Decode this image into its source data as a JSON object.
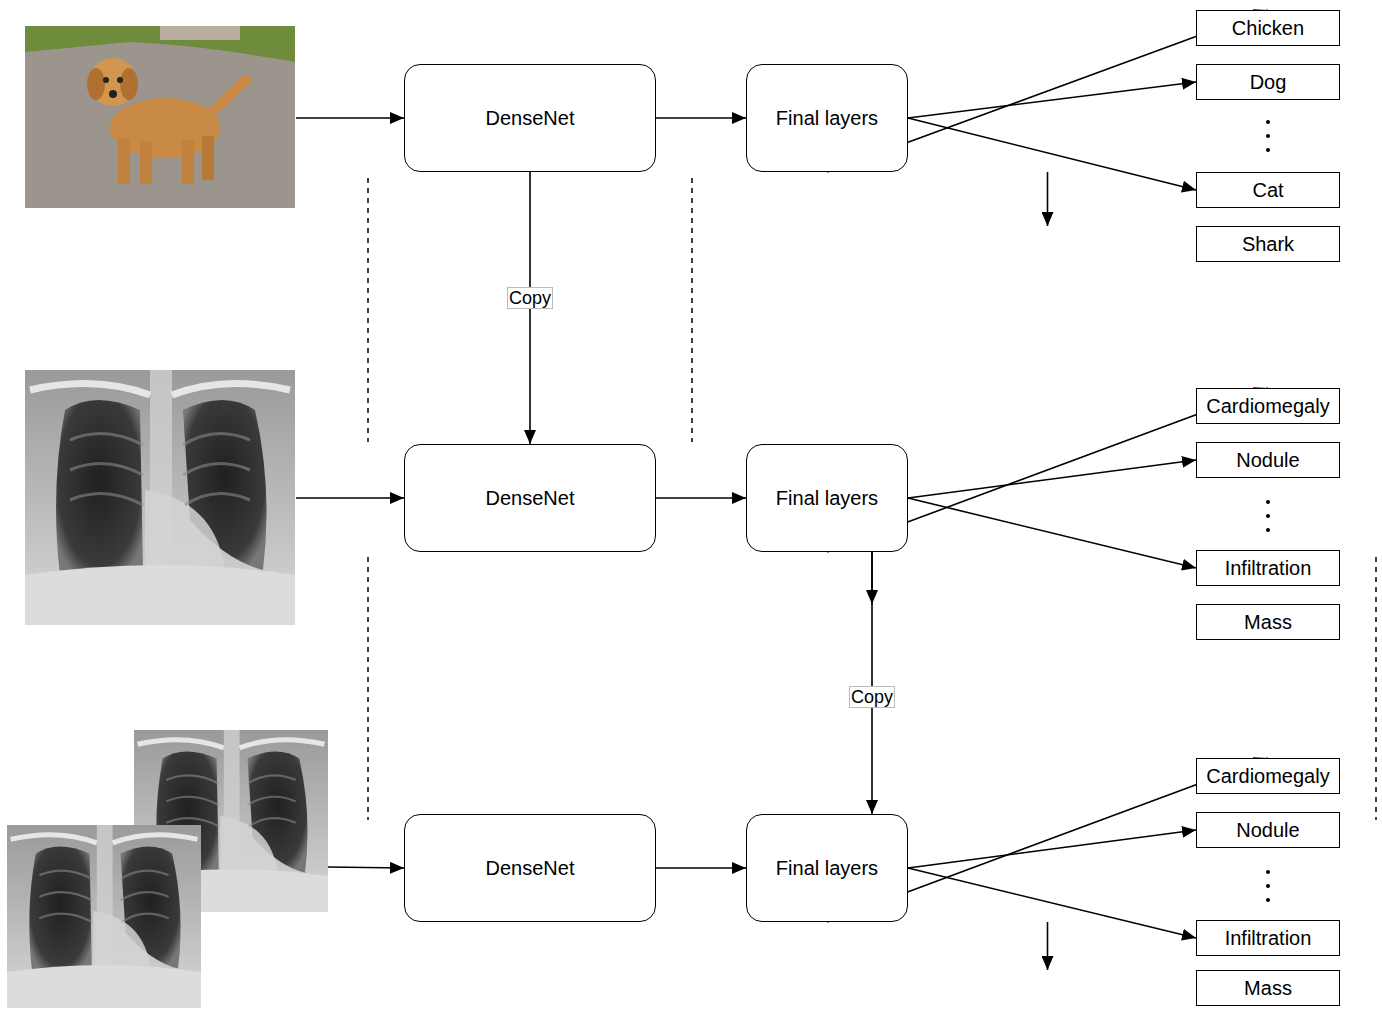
{
  "diagram": {
    "nodes": [
      {
        "text": [
          "DenseNet"
        ]
      },
      {
        "text": [
          "Final layers"
        ]
      },
      {
        "text": [
          "Chicken"
        ]
      },
      {
        "text": [
          "Dog"
        ]
      },
      {
        "text": [
          "Cat"
        ]
      },
      {
        "text": [
          "Shark"
        ]
      },
      {
        "text": [
          "DenseNet"
        ]
      },
      {
        "text": [
          "Final layers"
        ]
      },
      {
        "text": [
          "Cardiomegaly"
        ]
      },
      {
        "text": [
          "Nodule"
        ]
      },
      {
        "text": [
          "Infiltration"
        ]
      },
      {
        "text": [
          "Mass"
        ]
      },
      {
        "text": [
          "DenseNet"
        ]
      },
      {
        "text": [
          "Final layers"
        ]
      },
      {
        "text": [
          "Cardiomegaly"
        ]
      },
      {
        "text": [
          "Nodule"
        ]
      },
      {
        "text": [
          "Infiltration"
        ]
      },
      {
        "text": [
          "Mass"
        ]
      }
    ],
    "edges": [
      {
        "from": 0,
        "to": 1,
        "arrow": "to"
      },
      {
        "from": 1,
        "to": 2,
        "arrow": "to"
      },
      {
        "from": 1,
        "to": 3,
        "arrow": "to"
      },
      {
        "from": 1,
        "to": 4,
        "arrow": "to"
      },
      {
        "from": 1,
        "to": 5,
        "arrow": "to"
      },
      {
        "from": 6,
        "to": 7,
        "arrow": "to"
      },
      {
        "from": 7,
        "to": 8,
        "arrow": "to"
      },
      {
        "from": 7,
        "to": 9,
        "arrow": "to"
      },
      {
        "from": 7,
        "to": 10,
        "arrow": "to"
      },
      {
        "from": 7,
        "to": 11,
        "arrow": "to"
      },
      {
        "from": 12,
        "to": 13,
        "arrow": "to"
      },
      {
        "from": 13,
        "to": 14,
        "arrow": "to"
      },
      {
        "from": 13,
        "to": 15,
        "arrow": "to"
      },
      {
        "from": 13,
        "to": 16,
        "arrow": "to"
      },
      {
        "from": 13,
        "to": 17,
        "arrow": "to"
      },
      {
        "from": 0,
        "to": 6,
        "label": "Copy",
        "arrow": "to"
      },
      {
        "from": 7,
        "to": 13,
        "label": "Copy",
        "arrow": "to"
      }
    ]
  }
}
